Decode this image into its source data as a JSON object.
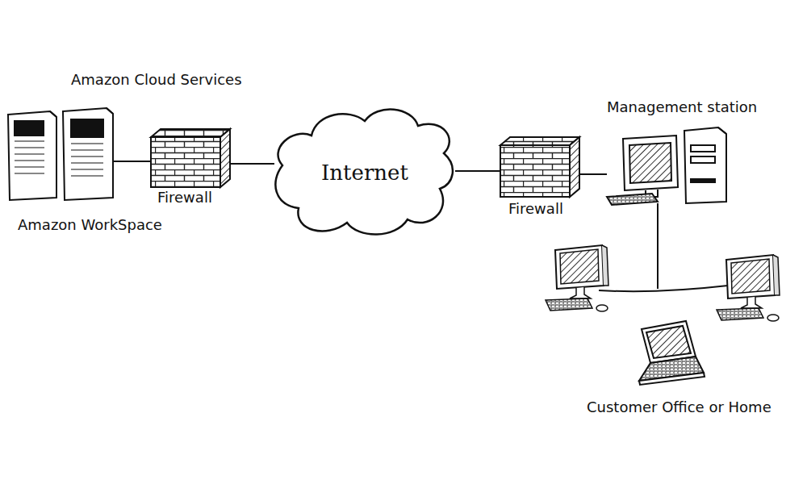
{
  "diagram": {
    "nodes": [
      {
        "text": [
          "Amazon Cloud Services",
          "Amazon WorkSpace"
        ]
      },
      {
        "text": [
          "Firewall"
        ]
      },
      {
        "text": [
          "Internet"
        ]
      },
      {
        "text": [
          "Firewall"
        ]
      },
      {
        "text": [
          "Management station"
        ]
      }
    ],
    "edges": [
      {
        "from": 0,
        "to": 1,
        "arrow": "none"
      },
      {
        "from": 1,
        "to": 2,
        "arrow": "none"
      },
      {
        "from": 2,
        "to": 3,
        "arrow": "none"
      },
      {
        "from": 3,
        "to": 4,
        "arrow": "none"
      }
    ],
    "labels": [
      "Customer Office or Home"
    ]
  }
}
